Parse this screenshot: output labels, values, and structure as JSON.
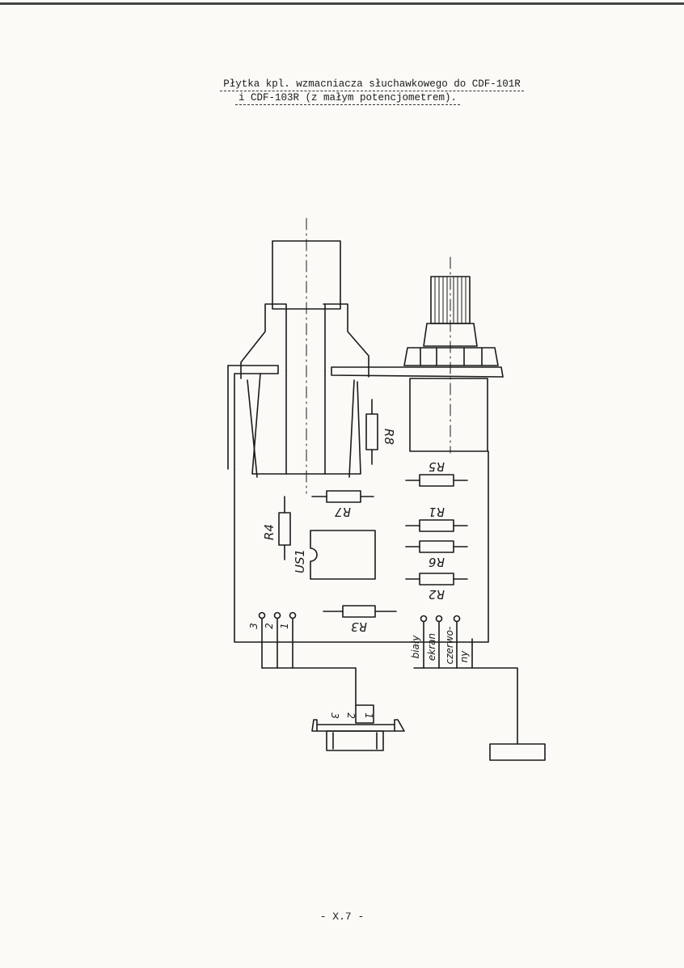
{
  "document": {
    "title_line1": "Płytka kpl. wzmacniacza słuchawkowego do CDF-101R",
    "title_line2": "i CDF-103R (z małym potencjometrem).",
    "page_number": "- X.7 -"
  },
  "diagram": {
    "resistors": {
      "r1": "R1",
      "r2": "R2",
      "r3": "R3",
      "r4": "R4",
      "r5": "R5",
      "r6": "R6",
      "r7": "R7",
      "r8": "R8"
    },
    "ic": "US1",
    "left_pins": {
      "p1": "1",
      "p2": "2",
      "p3": "3"
    },
    "connector_pins": {
      "p1": "1",
      "p2": "2",
      "p3": "3"
    },
    "wire_labels": {
      "white": "biały",
      "screen": "ekran",
      "red": "czerwo-",
      "red2": "ny"
    }
  }
}
